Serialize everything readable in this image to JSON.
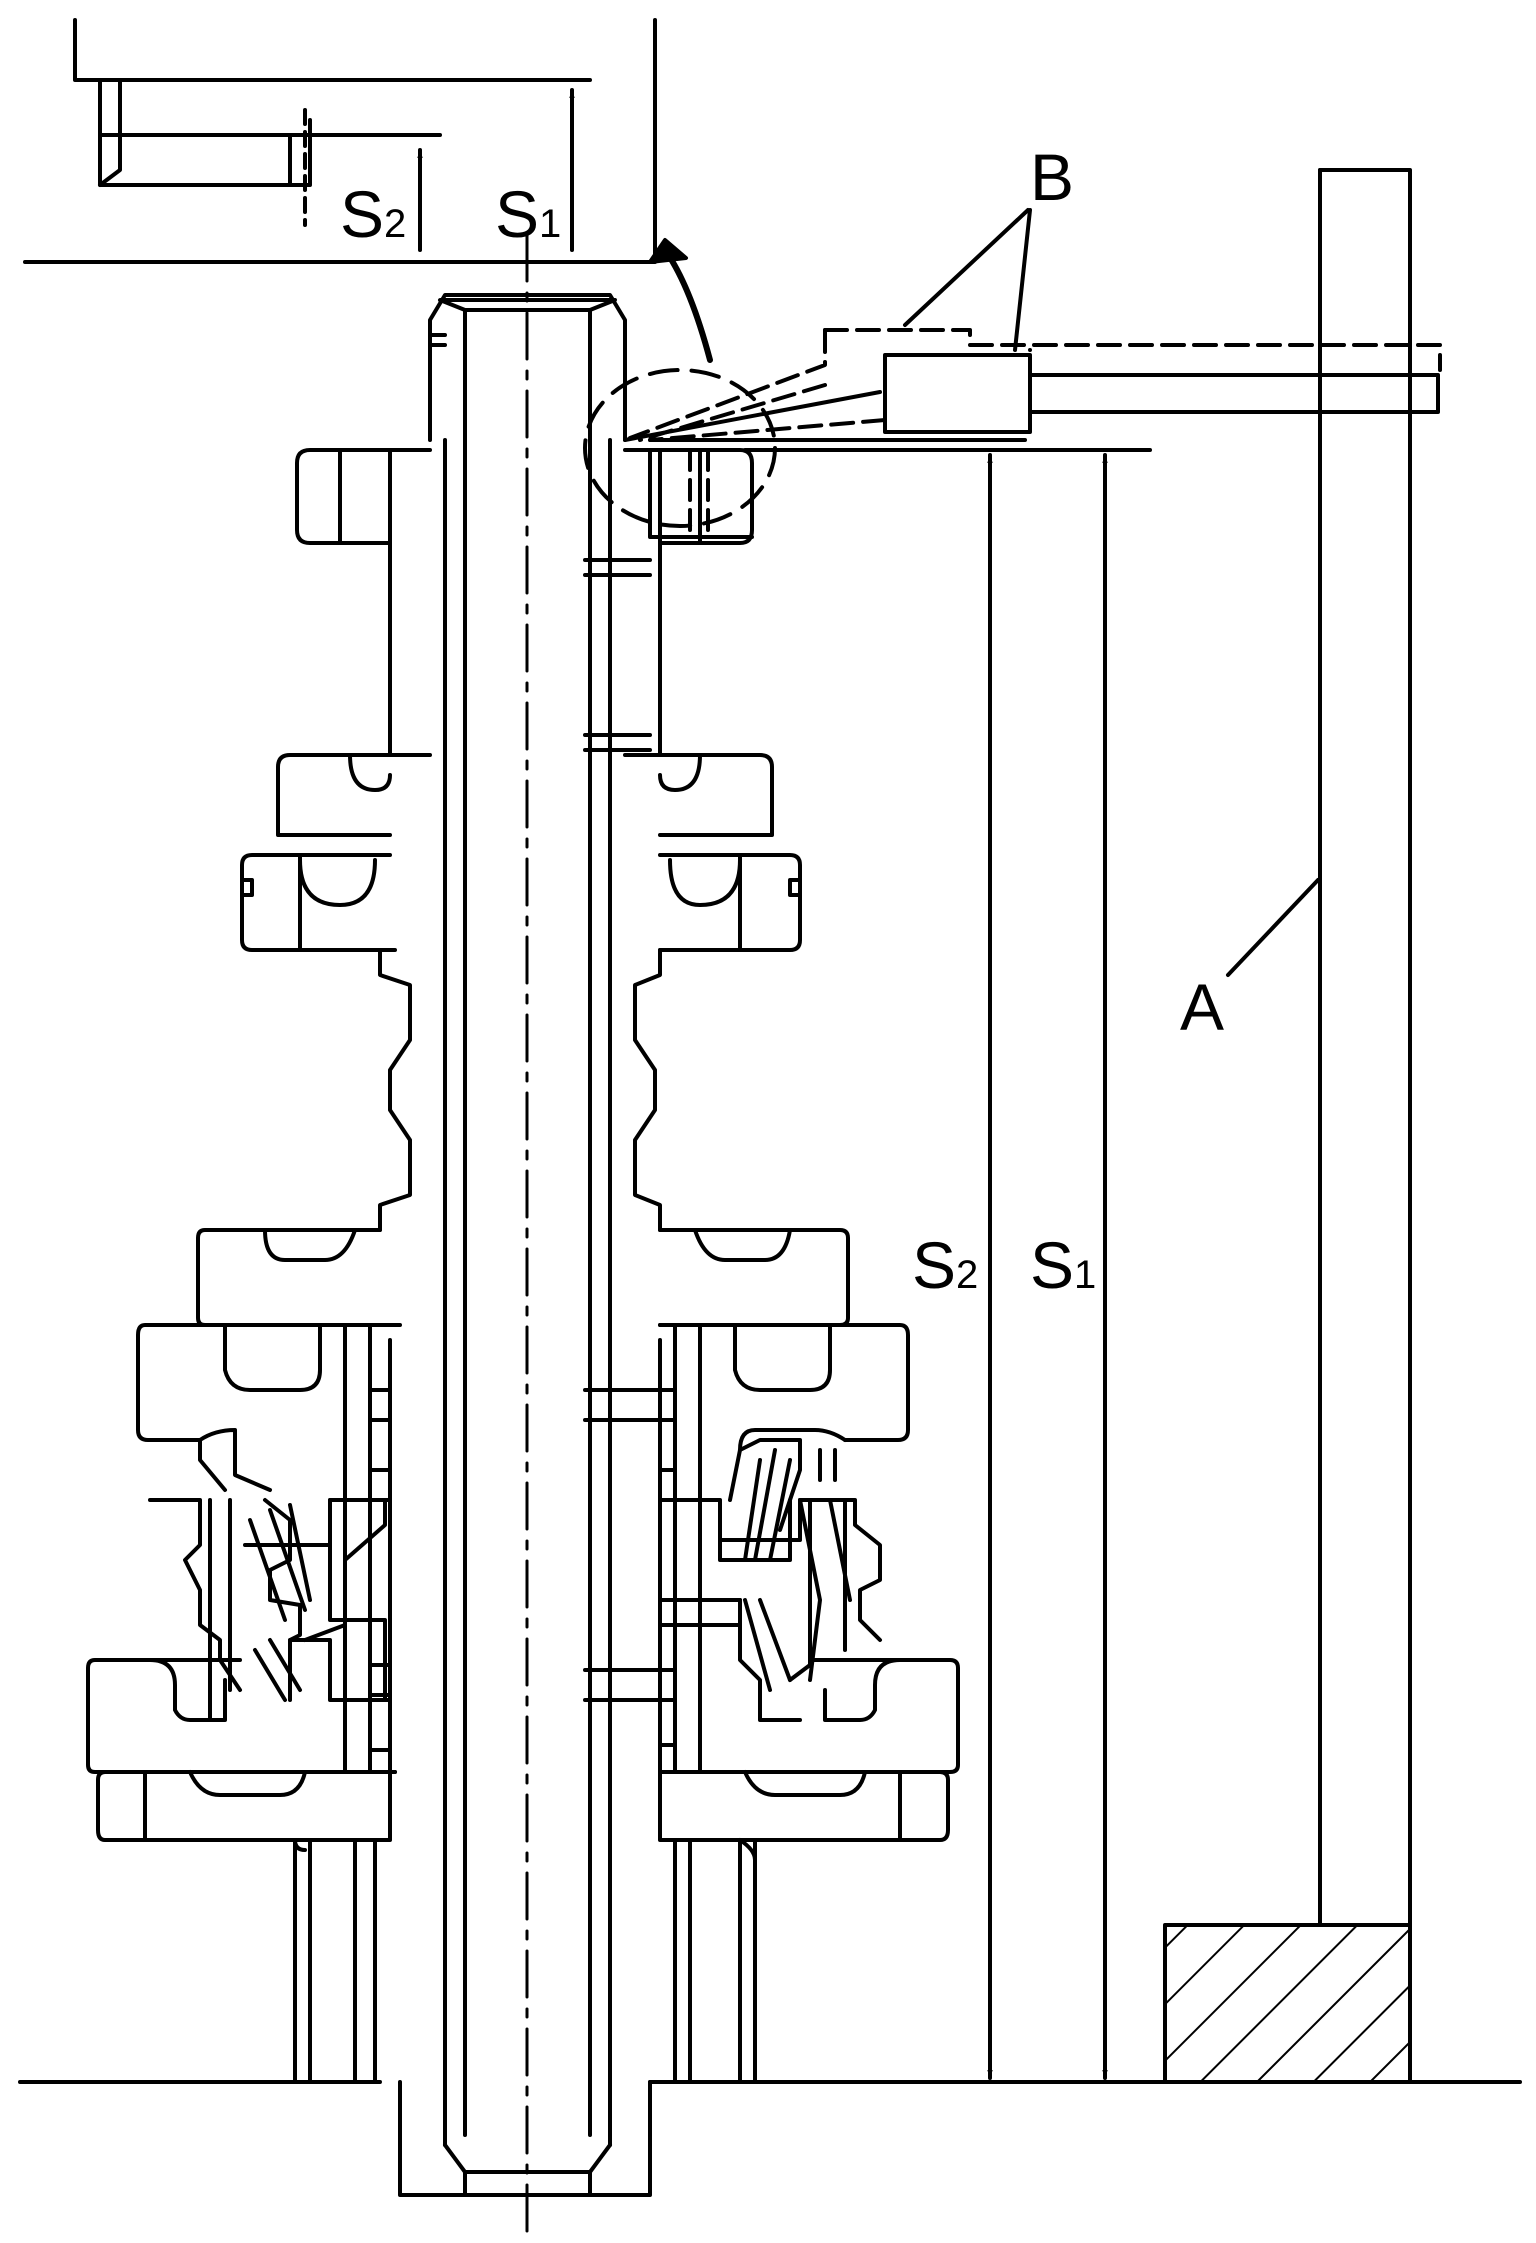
{
  "labels": {
    "a": "A",
    "b": "B",
    "s_main": "S",
    "s1_sub": "1",
    "s2_sub": "2"
  },
  "colors": {
    "line": "#000000",
    "background": "#ffffff"
  }
}
